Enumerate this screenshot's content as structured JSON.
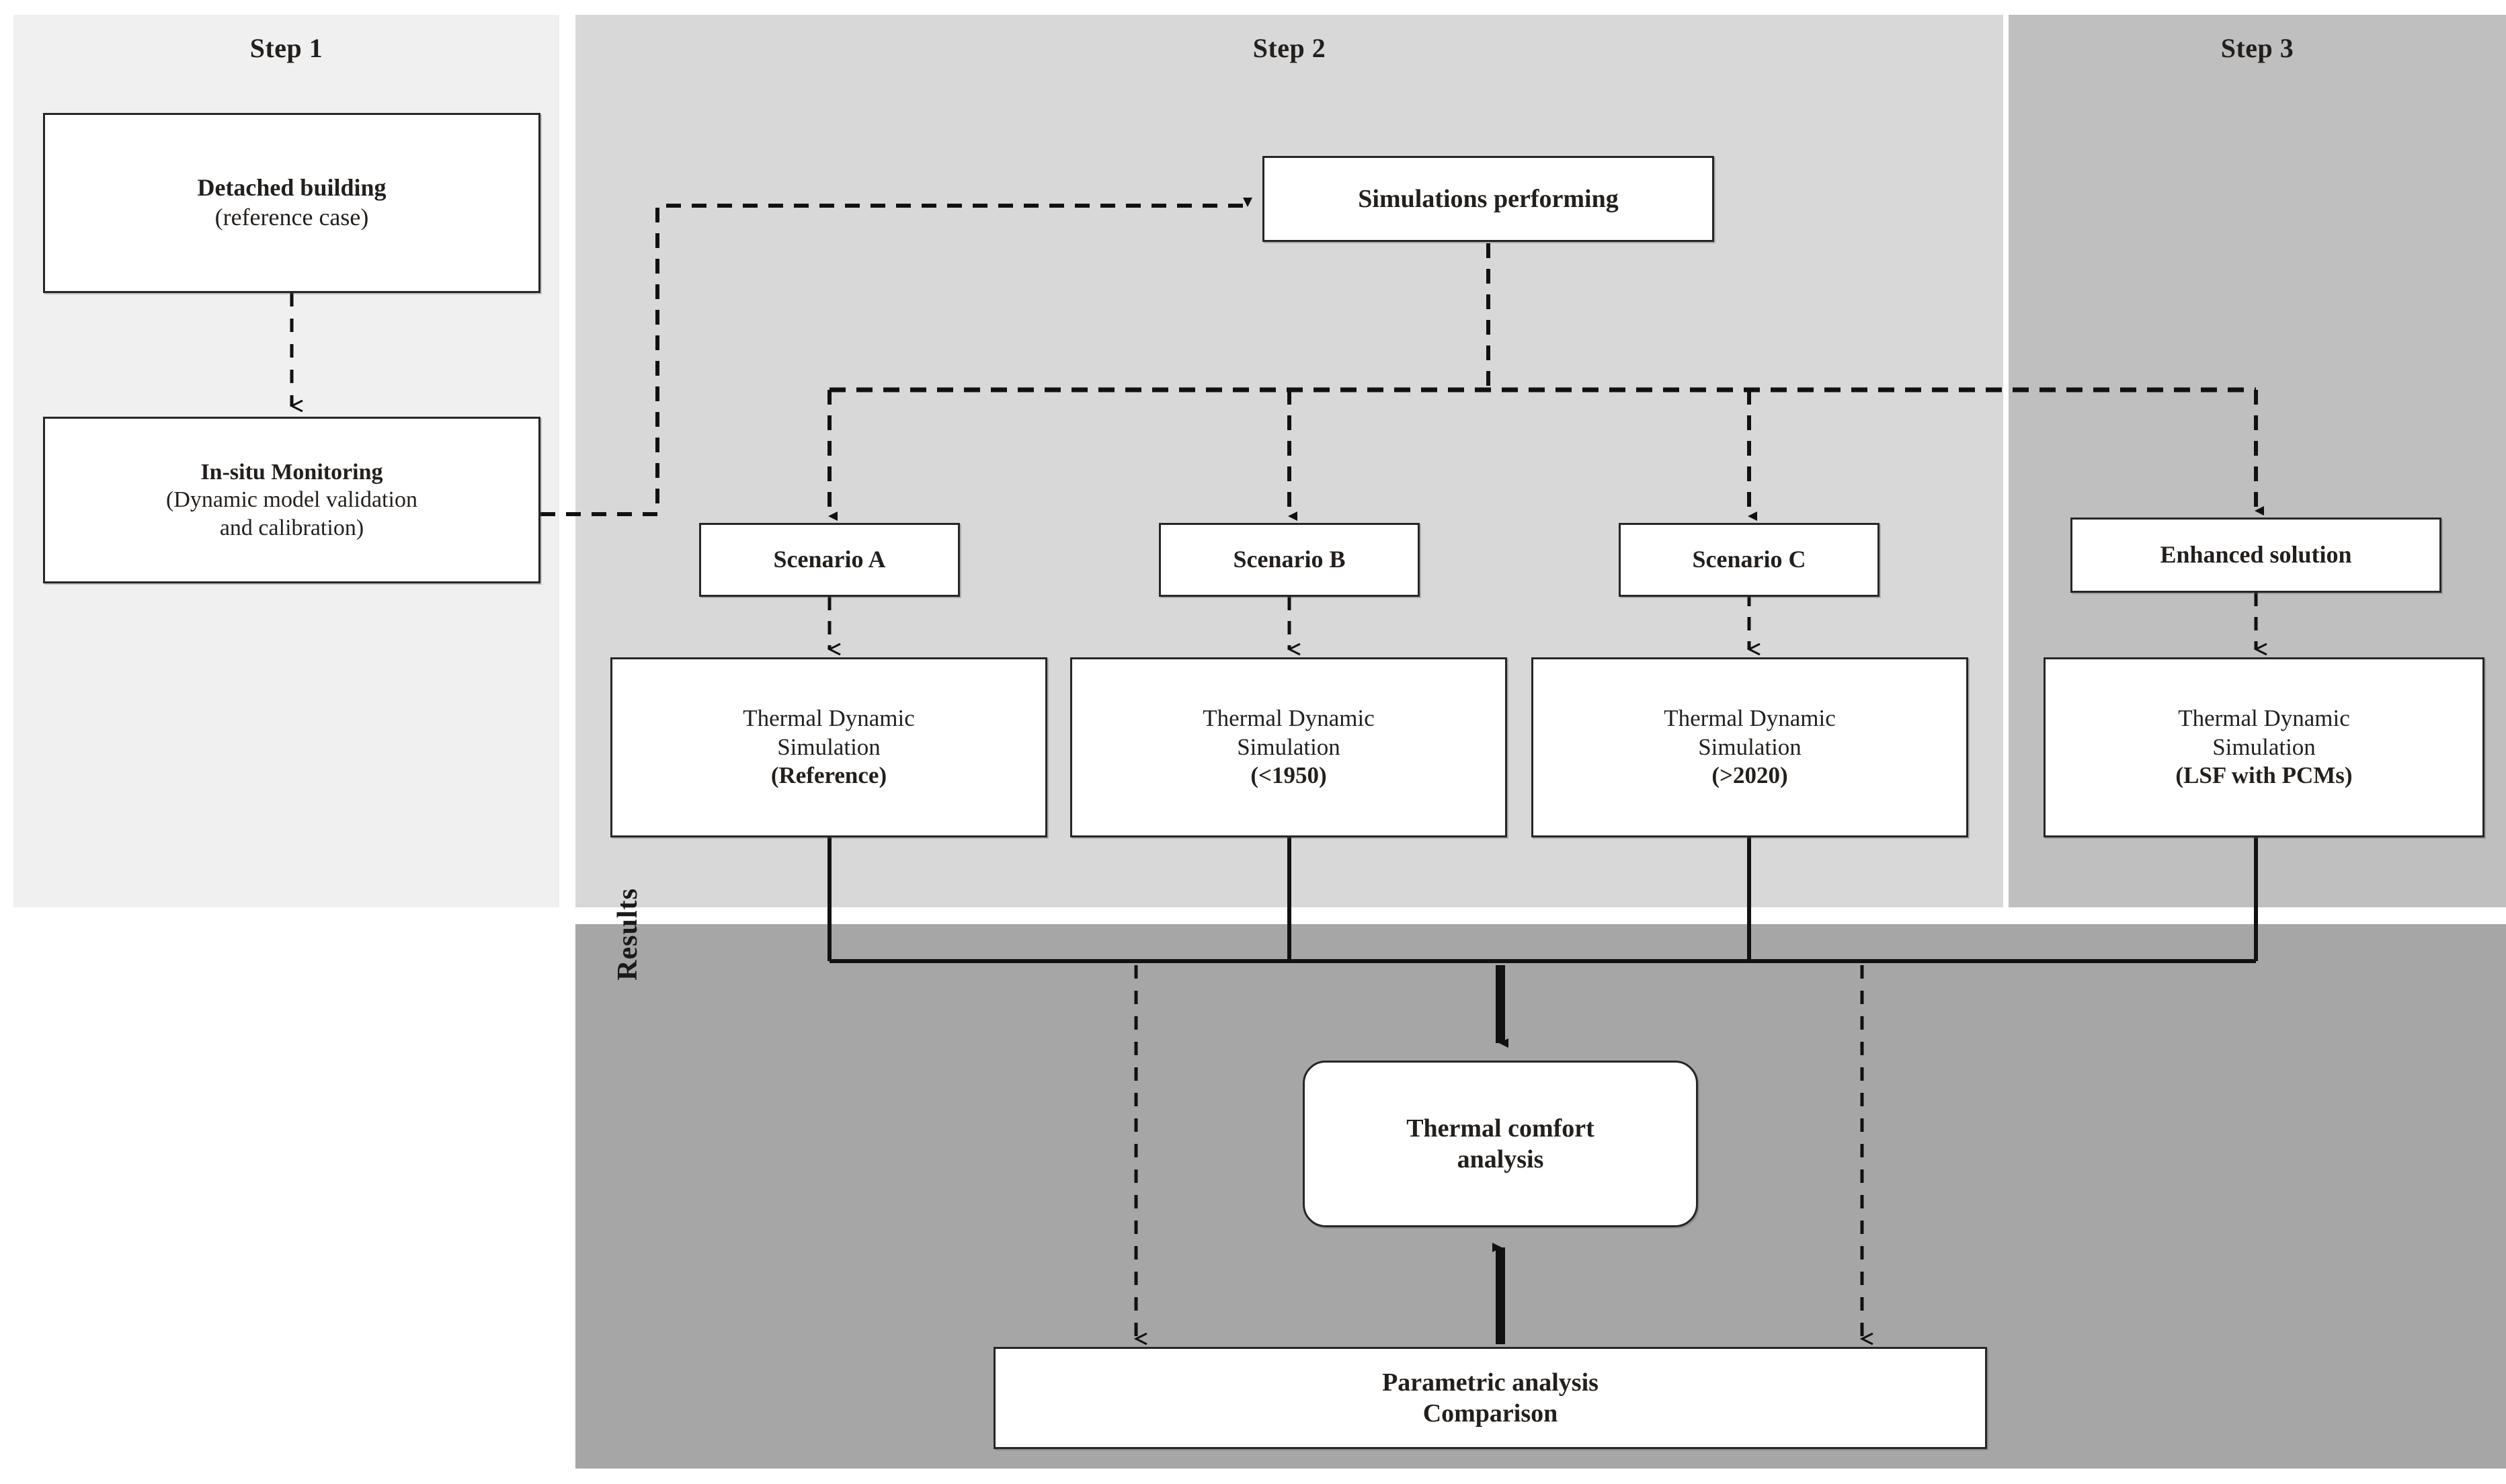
{
  "panels": {
    "step1": {
      "title": "Step 1"
    },
    "step2": {
      "title": "Step 2"
    },
    "step3": {
      "title": "Step 3"
    },
    "results": {
      "title": "Results"
    }
  },
  "nodes": {
    "detached_building": {
      "line1": "Detached building",
      "line2": "(reference case)"
    },
    "insitu_monitoring": {
      "line1": "In-situ Monitoring",
      "line2": "(Dynamic model validation",
      "line3": "and calibration)"
    },
    "simulations_performing": {
      "line1": "Simulations  performing"
    },
    "scenario_a": {
      "line1": "Scenario A"
    },
    "scenario_b": {
      "line1": "Scenario B"
    },
    "scenario_c": {
      "line1": "Scenario C"
    },
    "enhanced_solution": {
      "line1": "Enhanced solution"
    },
    "tds_reference": {
      "line1": "Thermal Dynamic",
      "line2": "Simulation",
      "line3": "(Reference)"
    },
    "tds_pre1950": {
      "line1": "Thermal Dynamic",
      "line2": "Simulation",
      "line3": "(<1950)"
    },
    "tds_post2020": {
      "line1": "Thermal Dynamic",
      "line2": "Simulation",
      "line3": "(>2020)"
    },
    "tds_lsf_pcm": {
      "line1": "Thermal Dynamic",
      "line2": "Simulation",
      "line3": "(LSF with PCMs)"
    },
    "thermal_comfort_analysis": {
      "line1": "Thermal comfort",
      "line2": "analysis"
    },
    "parametric_analysis": {
      "line1": "Parametric analysis",
      "line2": "Comparison"
    }
  },
  "colors": {
    "step1_bg": "#f0f0f0",
    "step2_bg": "#d8d8d8",
    "step3_bg": "#bfbfbf",
    "results_bg": "#a6a6a6",
    "node_bg": "#ffffff",
    "node_border": "#262626",
    "text": "#231f1c"
  },
  "connectors": [
    {
      "name": "detached-to-insitu",
      "style": "dashed",
      "arrow": "down"
    },
    {
      "name": "insitu-to-simulations",
      "style": "dashed",
      "arrow": "right"
    },
    {
      "name": "simulations-to-bus",
      "style": "dashed",
      "arrow": "none"
    },
    {
      "name": "bus-to-scenario-a",
      "style": "dashed",
      "arrow": "down"
    },
    {
      "name": "bus-to-scenario-b",
      "style": "dashed",
      "arrow": "down"
    },
    {
      "name": "bus-to-scenario-c",
      "style": "dashed",
      "arrow": "down"
    },
    {
      "name": "bus-to-enhanced-solution",
      "style": "dashed",
      "arrow": "down"
    },
    {
      "name": "scenario-a-to-tds-reference",
      "style": "dashed",
      "arrow": "down"
    },
    {
      "name": "scenario-b-to-tds-pre1950",
      "style": "dashed",
      "arrow": "down"
    },
    {
      "name": "scenario-c-to-tds-post2020",
      "style": "dashed",
      "arrow": "down"
    },
    {
      "name": "enhanced-to-tds-lsf",
      "style": "dashed",
      "arrow": "down"
    },
    {
      "name": "tds-results-bus",
      "style": "solid",
      "arrow": "none"
    },
    {
      "name": "bus-to-thermal-comfort",
      "style": "solid",
      "arrow": "down"
    },
    {
      "name": "bus-left-to-parametric",
      "style": "dashed",
      "arrow": "down"
    },
    {
      "name": "bus-right-to-parametric",
      "style": "dashed",
      "arrow": "down"
    },
    {
      "name": "parametric-to-thermal-comfort",
      "style": "solid",
      "arrow": "up"
    }
  ]
}
